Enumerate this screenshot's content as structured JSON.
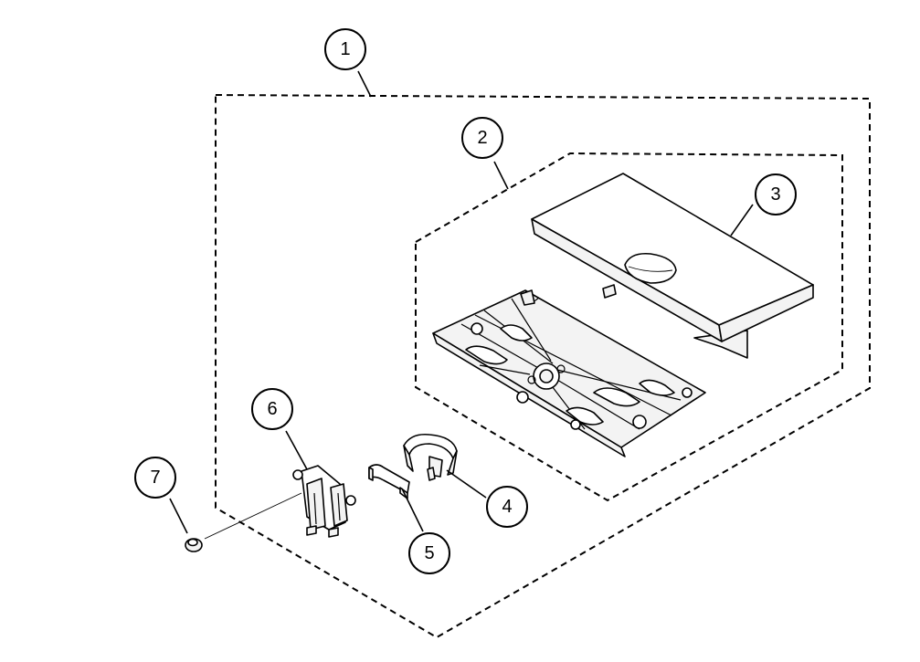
{
  "diagram": {
    "callouts": [
      {
        "id": "1",
        "label": "1"
      },
      {
        "id": "2",
        "label": "2"
      },
      {
        "id": "3",
        "label": "3"
      },
      {
        "id": "4",
        "label": "4"
      },
      {
        "id": "5",
        "label": "5"
      },
      {
        "id": "6",
        "label": "6"
      },
      {
        "id": "7",
        "label": "7"
      }
    ],
    "colors": {
      "ink": "#000000",
      "background": "#ffffff",
      "part_fill": "#f3f3f3"
    }
  }
}
